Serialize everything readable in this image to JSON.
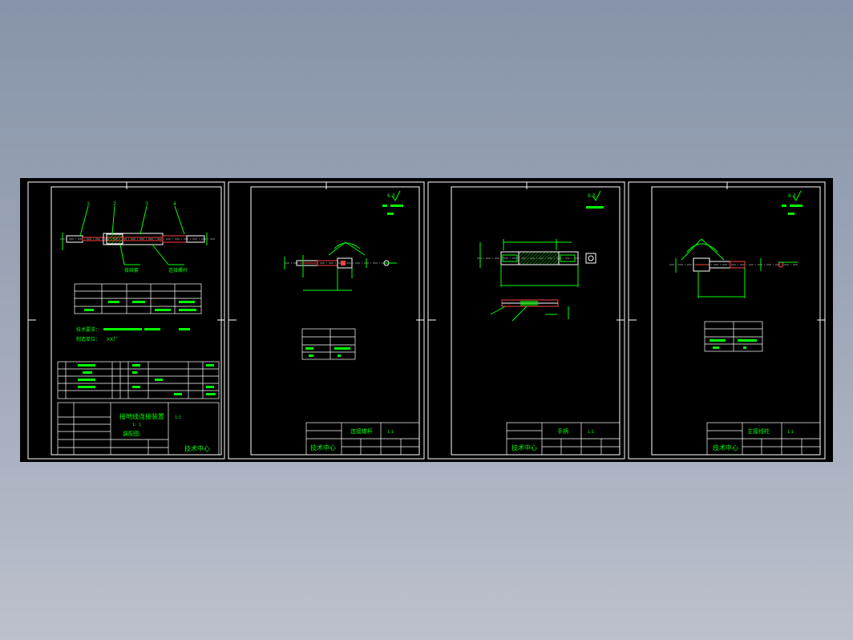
{
  "canvas": {
    "background_color": "#000000",
    "page_background_top": "#8794a9",
    "page_background_bottom": "#bcc1cc"
  },
  "colors": {
    "frame": "#ffffff",
    "annotation": "#00ff00",
    "part": "#ff4040",
    "accent": "#ffff00"
  },
  "sheets": [
    {
      "name": "assembly-drawing",
      "balloons": [
        "1",
        "2",
        "3",
        "4"
      ],
      "callouts": [
        "接续套",
        "连接螺杆"
      ],
      "notes": {
        "tech_req": "技术要求：",
        "maker": "制造单位：",
        "maker_value": "XX厂"
      },
      "title_block": {
        "title": "接地线连接装置",
        "subtitle": "1：1",
        "drawing_type": "装配图",
        "ratio": "1:1",
        "company": "技术中心"
      }
    },
    {
      "name": "part-drawing-2",
      "roughness": "6.3",
      "title_block": {
        "part_name": "连接螺杆",
        "ratio": "1:1",
        "company": "技术中心"
      }
    },
    {
      "name": "part-drawing-3",
      "roughness": "6.3",
      "title_block": {
        "part_name": "手柄",
        "ratio": "1:1",
        "company": "技术中心"
      }
    },
    {
      "name": "part-drawing-4",
      "roughness": "6.3",
      "title_block": {
        "part_name": "主接线柱",
        "ratio": "1:1",
        "company": "技术中心"
      }
    }
  ]
}
